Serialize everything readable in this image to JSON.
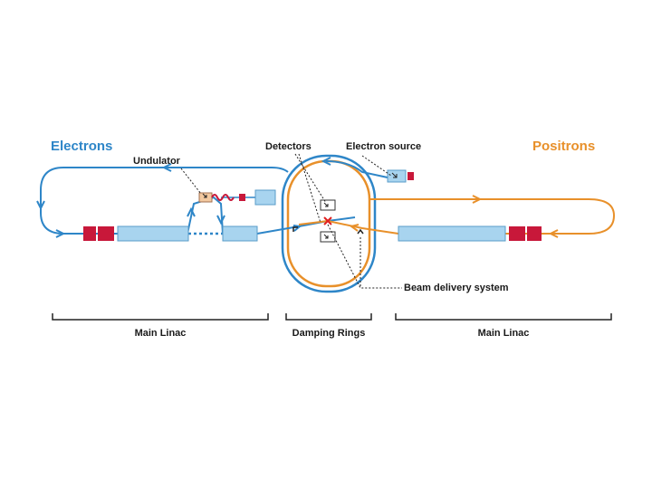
{
  "labels": {
    "electrons": "Electrons",
    "positrons": "Positrons",
    "undulator": "Undulator",
    "detectors": "Detectors",
    "electron_source": "Electron source",
    "beam_delivery": "Beam delivery system"
  },
  "sections": {
    "left": "Main Linac",
    "center": "Damping Rings",
    "right": "Main Linac"
  },
  "colors": {
    "electron_beam": "#2e86c8",
    "positron_beam": "#e8902a",
    "linac": "#a8d4ef",
    "klystron": "#c8183a",
    "undulator_wave": "#c8183a",
    "undulator_box": "#f3c9a0",
    "collision": "#e02020",
    "text": "#1a1a1a"
  }
}
